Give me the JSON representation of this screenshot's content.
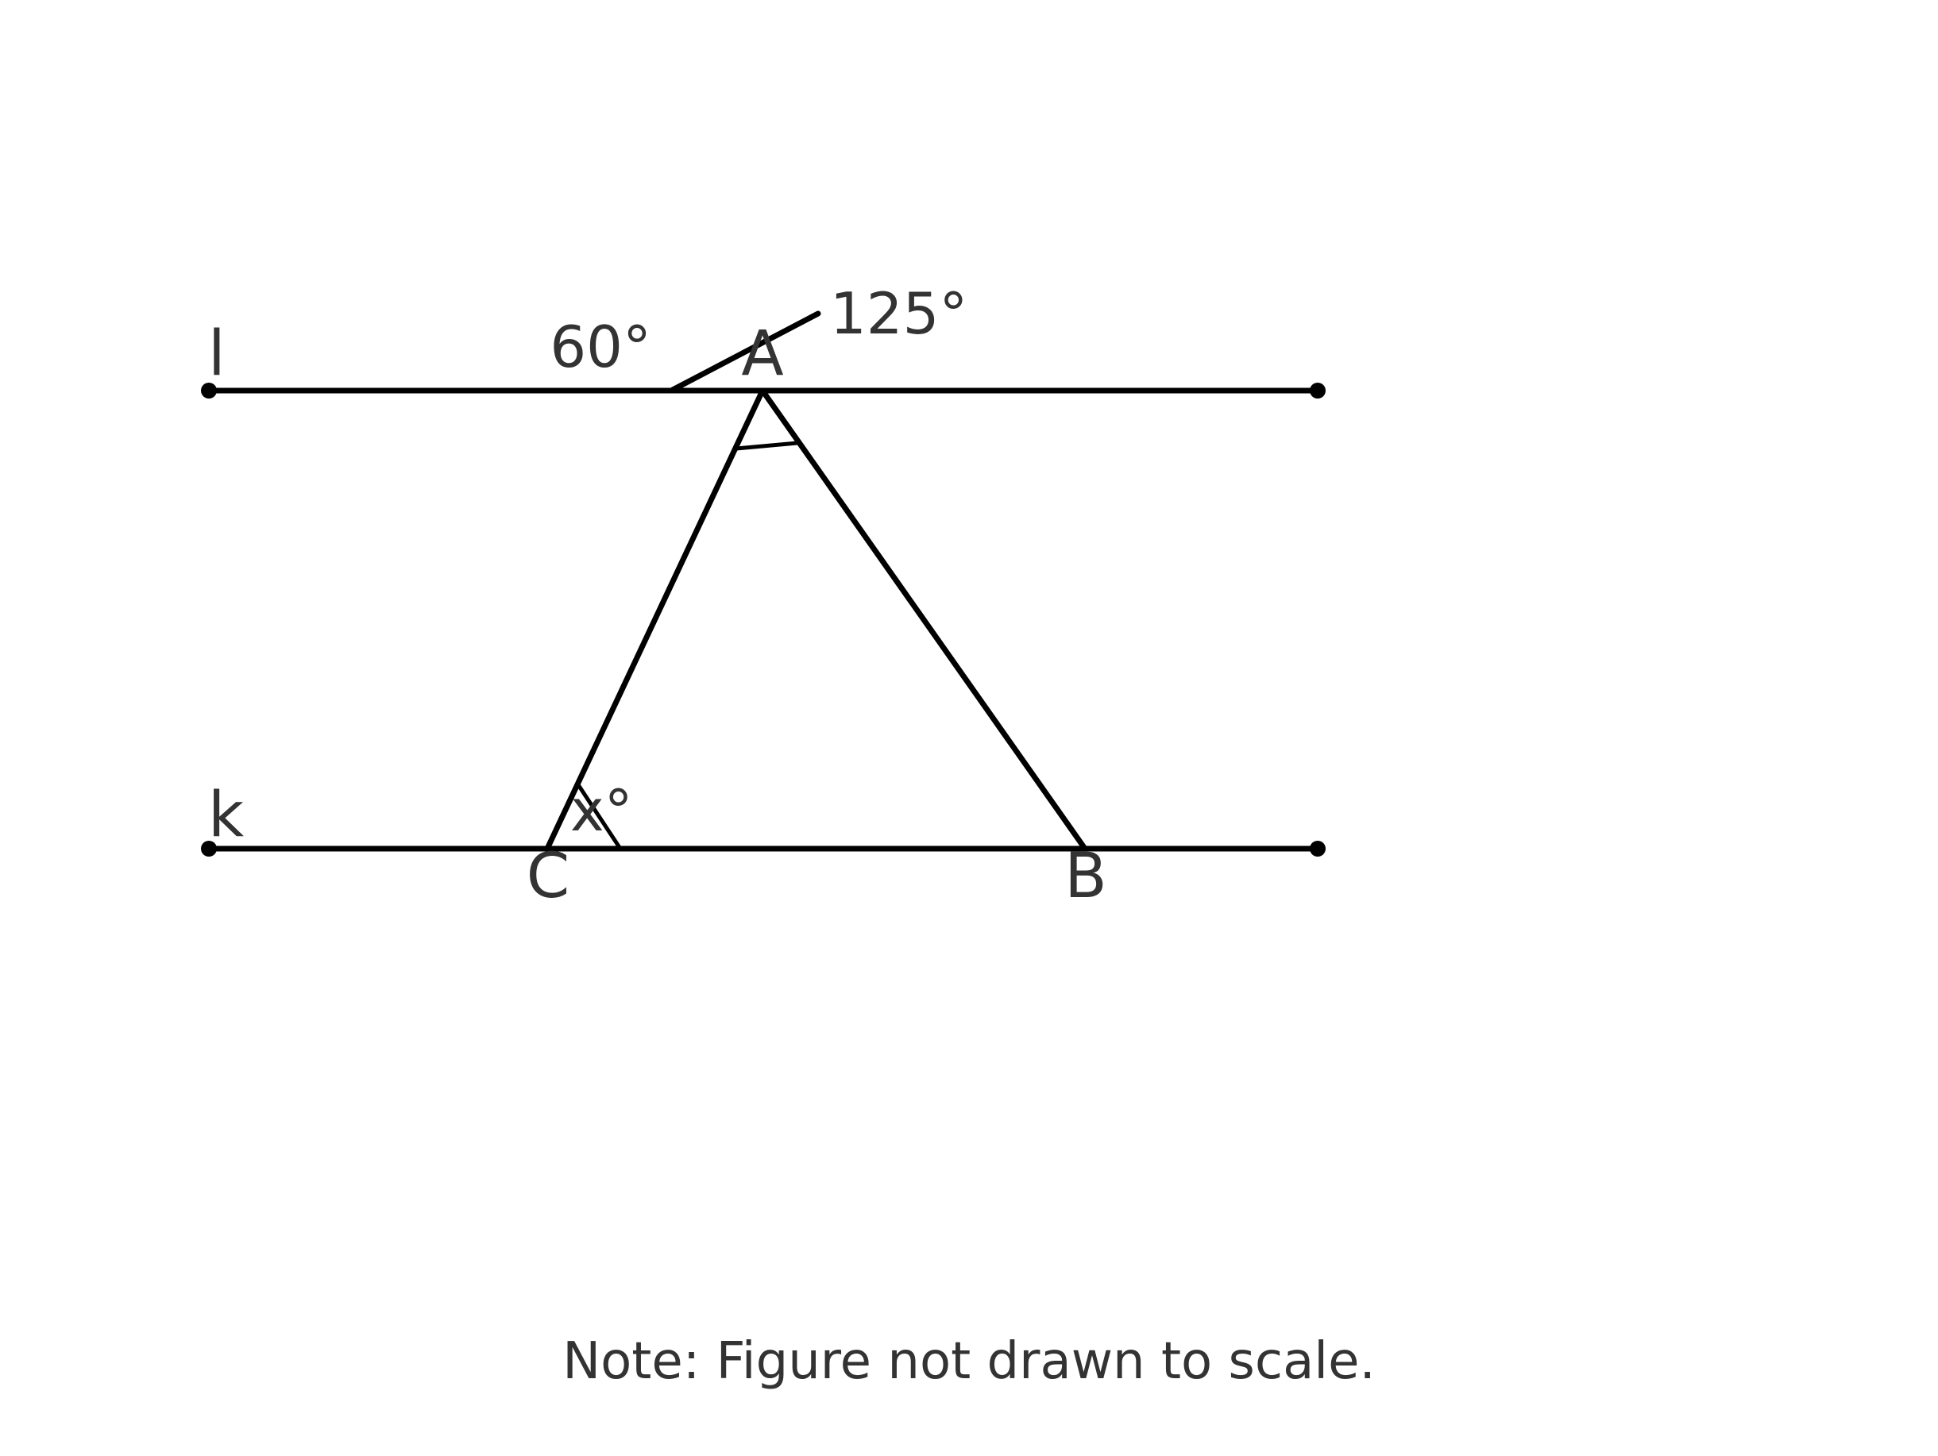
{
  "figure": {
    "lines": {
      "upper": "l",
      "lower": "k"
    },
    "points": {
      "A": "A",
      "B": "B",
      "C": "C"
    },
    "angles": {
      "exterior_left": "60°",
      "exterior_right": "125°",
      "unknown": "x°"
    },
    "note": "Note: Figure not drawn to scale."
  }
}
